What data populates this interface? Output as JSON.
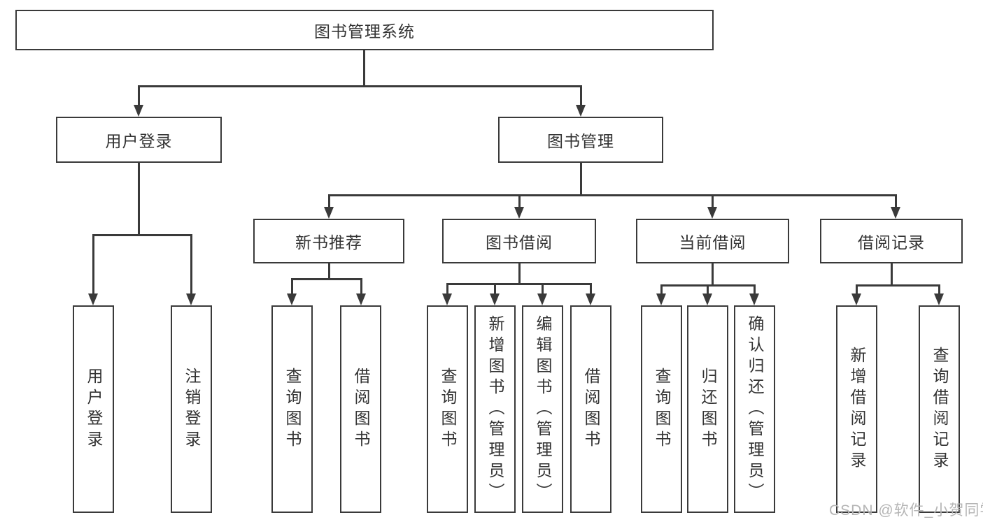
{
  "diagram_type": "hierarchy-tree",
  "colors": {
    "line": "#3a3a3a",
    "text": "#333333",
    "background": "#ffffff",
    "watermark": "#b5b5b5"
  },
  "tree": {
    "label": "图书管理系统",
    "children": [
      {
        "label": "用户登录",
        "children": [
          {
            "label": "用户登录"
          },
          {
            "label": "注销登录"
          }
        ]
      },
      {
        "label": "图书管理",
        "children": [
          {
            "label": "新书推荐",
            "children": [
              {
                "label": "查询图书"
              },
              {
                "label": "借阅图书"
              }
            ]
          },
          {
            "label": "图书借阅",
            "children": [
              {
                "label": "查询图书"
              },
              {
                "label": "新增图书（管理员）"
              },
              {
                "label": "编辑图书（管理员）"
              },
              {
                "label": "借阅图书"
              }
            ]
          },
          {
            "label": "当前借阅",
            "children": [
              {
                "label": "查询图书"
              },
              {
                "label": "归还图书"
              },
              {
                "label": "确认归还（管理员）"
              }
            ]
          },
          {
            "label": "借阅记录",
            "children": [
              {
                "label": "新增借阅记录"
              },
              {
                "label": "查询借阅记录"
              }
            ]
          }
        ]
      }
    ]
  },
  "watermark": {
    "text": "CSDN @软件_小贺同学"
  }
}
